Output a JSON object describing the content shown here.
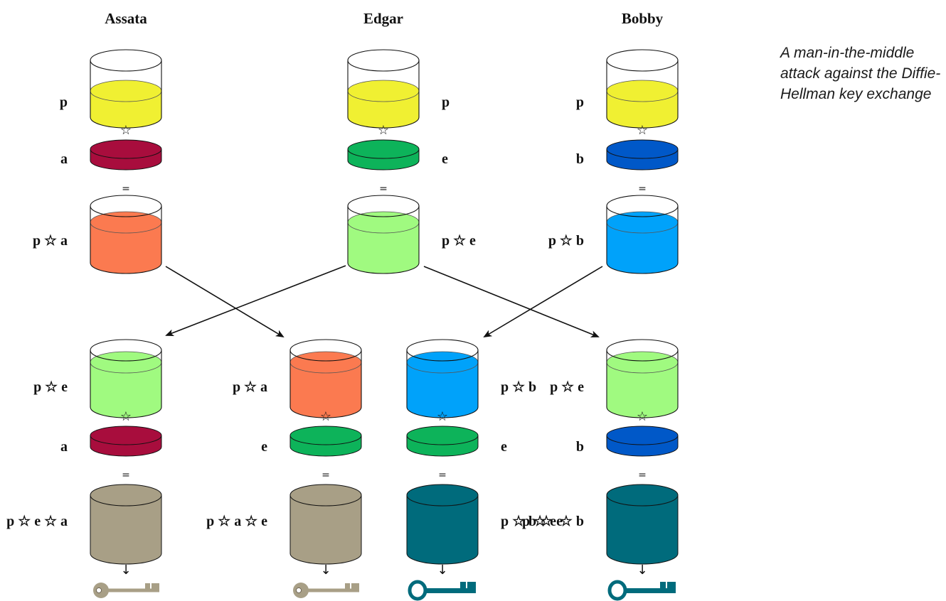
{
  "caption": "A man-in-the-middle attack against the Diffie-Hellman key exchange",
  "colors": {
    "public": "#f0f032",
    "a": "#a80d3d",
    "e": "#0db35a",
    "b": "#0058c8",
    "pa": "#fb7a50",
    "pe": "#a0fa80",
    "pb": "#00a2fa",
    "keyAE": "#a89f86",
    "keyEB": "#006b7c"
  },
  "headers": [
    {
      "id": "assata",
      "text": "Assata"
    },
    {
      "id": "edgar",
      "text": "Edgar"
    },
    {
      "id": "bobby",
      "text": "Bobby"
    }
  ],
  "symbols": {
    "star": "☆",
    "equals": "=",
    "down_arrow": "↓"
  },
  "top_columns": [
    {
      "id": "assata",
      "public_label": "p",
      "secret_label": "a",
      "secret_color": "a",
      "result_label": "p ☆ a",
      "result_color": "pa"
    },
    {
      "id": "edgar",
      "public_label": "p",
      "secret_label": "e",
      "secret_color": "e",
      "result_label": "p ☆ e",
      "result_color": "pe"
    },
    {
      "id": "bobby",
      "public_label": "p",
      "secret_label": "b",
      "secret_color": "b",
      "result_label": "p ☆ b",
      "result_color": "pb"
    }
  ],
  "bottom_columns": [
    {
      "id": "assata-final",
      "received_label": "p ☆ e",
      "received_color": "pe",
      "secret_label": "a",
      "secret_color": "a",
      "final_label": "p ☆ e ☆ a",
      "final_color": "keyAE",
      "key_icon": "plain-key-icon"
    },
    {
      "id": "edgar-with-assata",
      "received_label": "p ☆ a",
      "received_color": "pa",
      "secret_label": "e",
      "secret_color": "e",
      "final_label": "p ☆ a ☆ e",
      "final_color": "keyAE",
      "key_icon": "plain-key-icon"
    },
    {
      "id": "edgar-with-bobby",
      "received_label": "p ☆ b",
      "received_color": "pb",
      "secret_label": "e",
      "secret_color": "e",
      "final_label": "p ☆ b ☆ e",
      "final_color": "keyEB",
      "key_icon": "bold-key-icon"
    },
    {
      "id": "bobby-final",
      "received_label": "p ☆ e",
      "received_color": "pe",
      "secret_label": "b",
      "secret_color": "b",
      "final_label": "p ☆ e ☆ b",
      "final_color": "keyEB",
      "key_icon": "bold-key-icon"
    }
  ]
}
